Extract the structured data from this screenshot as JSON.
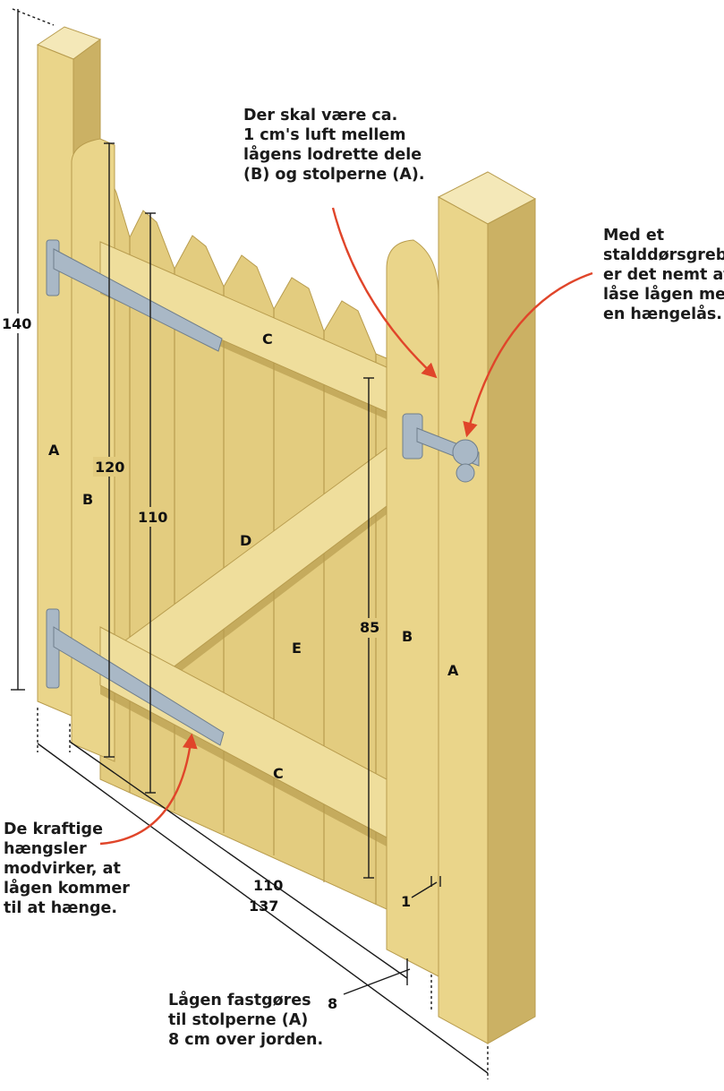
{
  "colors": {
    "wood_front": "#ead58a",
    "wood_side": "#cbb164",
    "wood_top": "#f4e8b8",
    "wood_dark": "#b89c4e",
    "metal": "#a9b8c6",
    "arrow": "#e0452a",
    "line": "#1a1a1a"
  },
  "notes": {
    "gap": [
      "Der skal være ca.",
      "1 cm's luft mellem",
      "lågens lodrette dele",
      "(B) og stolperne (A)."
    ],
    "latch": [
      "Med et",
      "stalddørsgreb",
      "er det nemt at",
      "låse lågen med",
      "en hængelås."
    ],
    "hinges": [
      "De kraftige",
      "hængsler",
      "modvirker, at",
      "lågen kommer",
      "til at hænge."
    ],
    "mount": [
      "Lågen fastgøres",
      "til stolperne (A)",
      "8 cm over jorden."
    ]
  },
  "dimensions": {
    "post_height": "140",
    "gate_height_outer": "120",
    "gate_height_inner": "110",
    "gate_height_latch": "85",
    "width_inner": "110",
    "width_total": "137",
    "gap": "1",
    "ground_clearance": "8"
  },
  "parts": {
    "post_left": "A",
    "post_right": "A",
    "stile_left": "B",
    "stile_right": "B",
    "rail_top": "C",
    "rail_bottom": "C",
    "brace": "D",
    "boards": "E"
  },
  "icons": {
    "hinge": "strap-hinge-icon",
    "latch": "stable-door-latch-icon"
  }
}
